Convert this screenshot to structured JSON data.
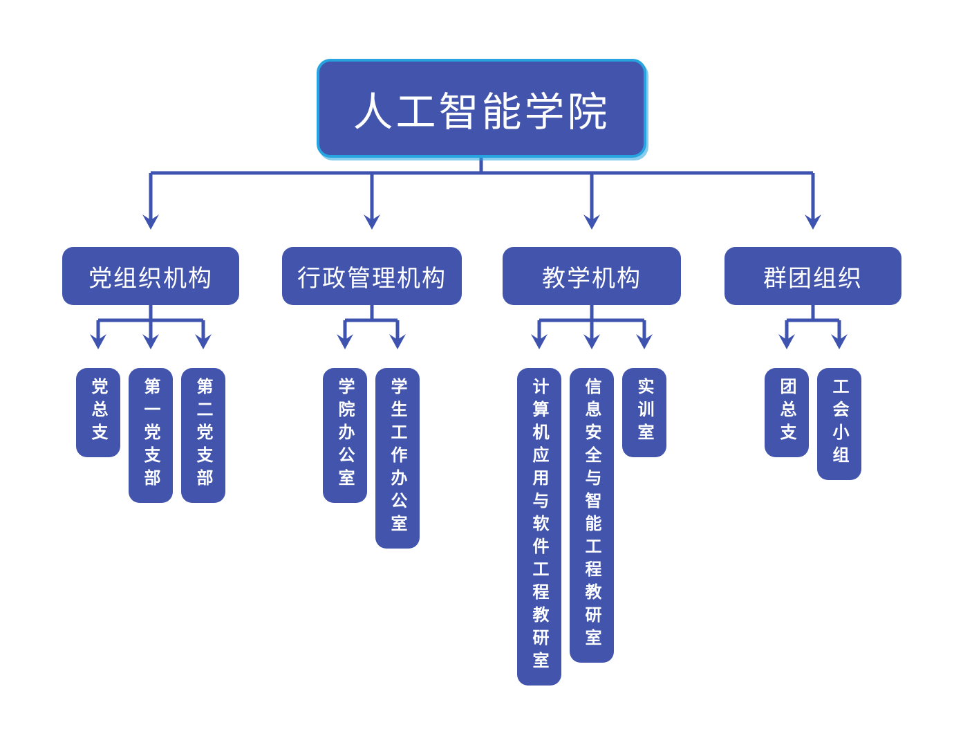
{
  "root_label": "人工智能学院",
  "groups": [
    {
      "label": "党组织机构",
      "children": [
        "党总支",
        "第一党支部",
        "第二党支部"
      ]
    },
    {
      "label": "行政管理机构",
      "children": [
        "学院办公室",
        "学生工作办公室"
      ]
    },
    {
      "label": "教学机构",
      "children": [
        "计算机应用与软件工程教研室",
        "信息安全与智能工程教研室",
        "实训室"
      ]
    },
    {
      "label": "群团组织",
      "children": [
        "团总支",
        "工会小组"
      ]
    }
  ],
  "colors": {
    "node_fill": "#4254ac",
    "connector": "#3e53b0",
    "root_border": "#27a4e0",
    "text": "#ffffff",
    "background": "#ffffff"
  }
}
